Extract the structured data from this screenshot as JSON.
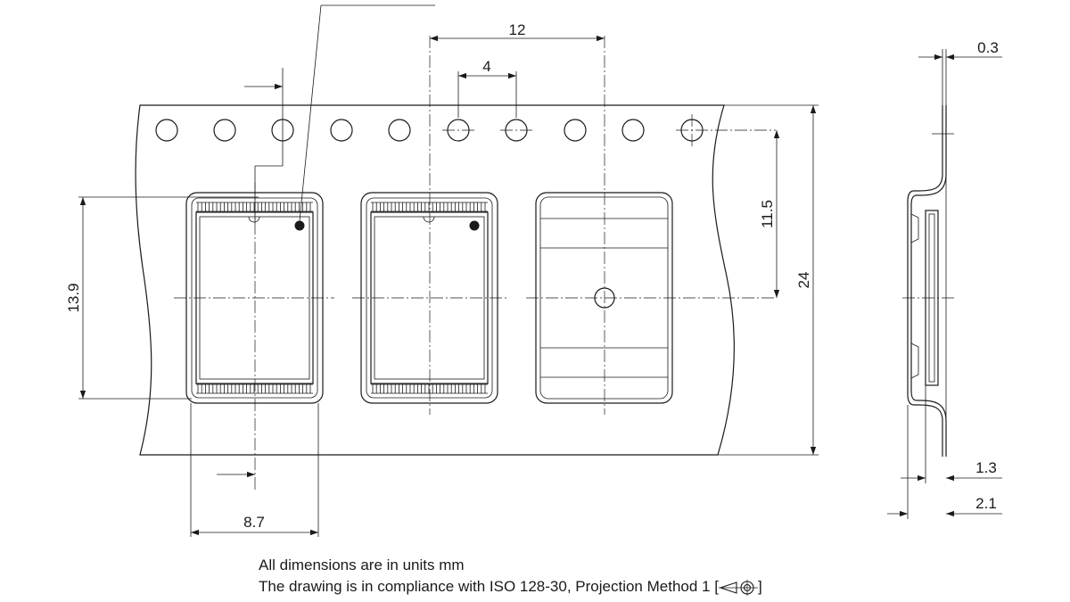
{
  "dimensions": {
    "pitch_12": "12",
    "hole_pitch_4": "4",
    "width_8_7": "8.7",
    "height_13_9": "13.9",
    "offset_11_5": "11.5",
    "tape_width_24": "24",
    "thickness_0_3": "0.3",
    "depth_1_3": "1.3",
    "depth_2_1": "2.1"
  },
  "notes": {
    "line1": "All dimensions are in units mm",
    "line2": "The drawing is in compliance with ISO 128-30, Projection Method 1 [",
    "line2_end": "]"
  }
}
